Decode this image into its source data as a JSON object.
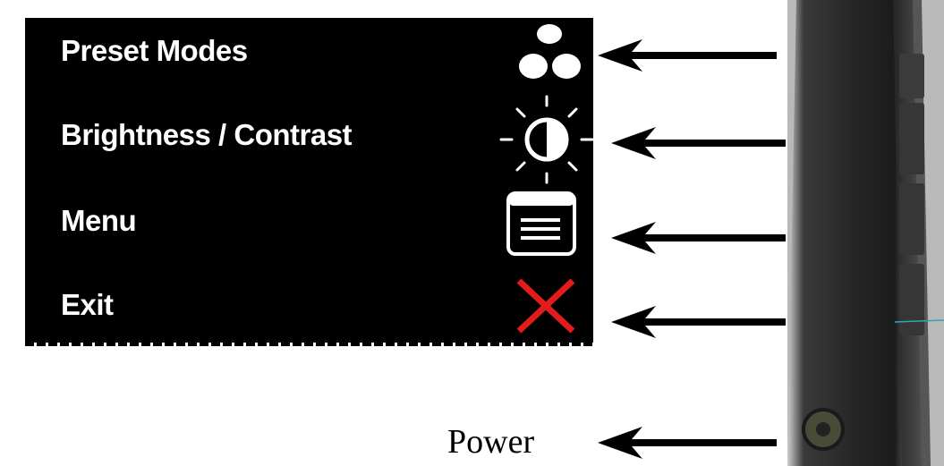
{
  "osd_menu": {
    "items": [
      {
        "label": "Preset Modes",
        "icon": "preset-modes-icon"
      },
      {
        "label": "Brightness / Contrast",
        "icon": "brightness-contrast-icon"
      },
      {
        "label": "Menu",
        "icon": "menu-icon"
      },
      {
        "label": "Exit",
        "icon": "exit-icon"
      }
    ]
  },
  "power": {
    "label": "Power"
  },
  "colors": {
    "panel_background": "#000000",
    "text": "#ffffff",
    "exit_icon": "#e41b1b",
    "arrow": "#000000"
  }
}
